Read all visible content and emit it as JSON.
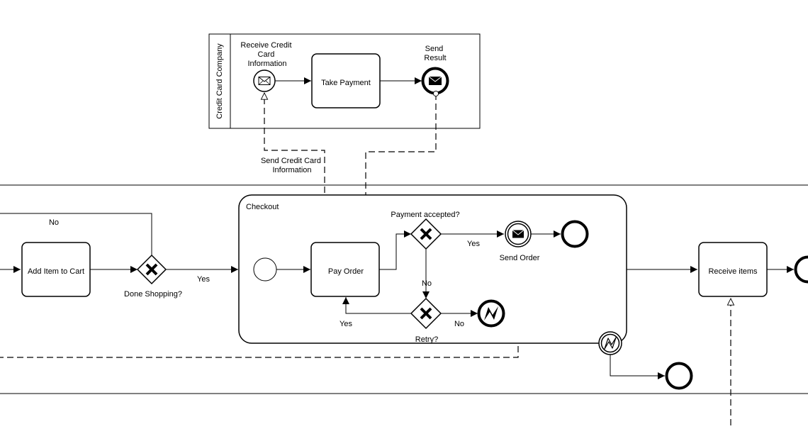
{
  "pool": {
    "name": "Credit Card Company"
  },
  "events": {
    "receive_cc_info": [
      "Receive Credit",
      "Card",
      "Information"
    ],
    "send_result": [
      "Send",
      "Result"
    ],
    "send_order": "Send Order"
  },
  "tasks": {
    "take_payment": "Take Payment",
    "add_item": "Add Item to Cart",
    "pay_order": "Pay Order",
    "receive_items": "Receive items"
  },
  "subprocess": {
    "label": "Checkout"
  },
  "gateways": {
    "done_shopping": "Done Shopping?",
    "payment_accepted": "Payment accepted?",
    "retry": "Retry?"
  },
  "flow_labels": {
    "no_loop": "No",
    "yes_done": "Yes",
    "yes_payment": "Yes",
    "no_payment": "No",
    "yes_retry": "Yes",
    "no_retry": "No"
  },
  "message_flows": {
    "send_cc_info": [
      "Send Credit Card",
      "Information"
    ]
  }
}
